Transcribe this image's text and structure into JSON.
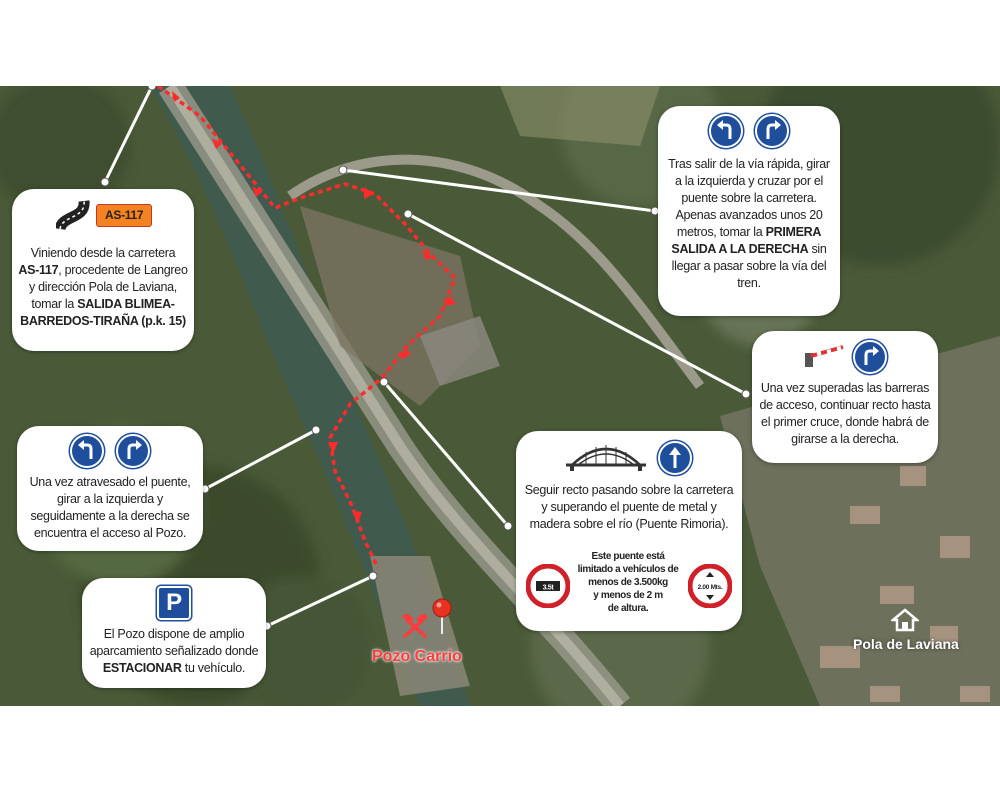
{
  "colors": {
    "route": "#ff2a2a",
    "card_bg": "#ffffff",
    "sign_blue": "#1f4e9c",
    "badge_orange": "#f58220",
    "destination_red": "#ff3b3b",
    "town_label": "#ffffff"
  },
  "icons": {
    "road": "road-curve-icon",
    "turn_left": "turn-left-arrow-icon",
    "turn_right": "turn-right-arrow-icon",
    "straight": "straight-arrow-icon",
    "barrier": "barrier-gate-icon",
    "bridge": "arch-bridge-icon",
    "parking": "parking-icon",
    "mine": "crossed-hammers-icon",
    "pin": "map-pin-icon",
    "home": "home-icon",
    "weight_limit": "weight-limit-sign-icon",
    "height_limit": "height-limit-sign-icon"
  },
  "card_as117": {
    "badge": "AS-117",
    "line1": "Viniendo desde la carretera",
    "road_name": "AS-117",
    "line2_rest": ", procedente de Langreo",
    "line3": "y dirección Pola de Laviana,",
    "line4_pre": "tomar la ",
    "exit_name_a": "SALIDA BLIMEA-",
    "exit_name_b": "BARREDOS-TIRAÑA (p.k. 15)"
  },
  "card_exit": {
    "line1": "Tras salir de la vía rápida,  girar",
    "line2": "a la izquierda y cruzar  por el",
    "line3": "puente sobre la carretera.",
    "line4": "Apenas avanzados unos 20",
    "line5_pre": "metros, tomar la  ",
    "bold_a": "PRIMERA",
    "bold_b": "SALIDA A LA DERECHA",
    "line6_rest": " sin",
    "line7": "llegar a pasar sobre la vía del",
    "line8": "tren."
  },
  "card_barrier": {
    "line1": "Una vez superadas las barreras",
    "line2": "de acceso, continuar recto hasta",
    "line3": "el primer cruce, donde habrá de",
    "line4": "girarse a la derecha."
  },
  "card_bridge_cross": {
    "line1": "Una vez atravesado el puente,",
    "line2": "girar a la izquierda y",
    "line3": "seguidamente a la derecha se",
    "line4": "encuentra el acceso al Pozo."
  },
  "card_metal_bridge": {
    "line1": "Seguir recto pasando sobre la carretera",
    "line2": "y superando el puente de metal y",
    "line3": "madera sobre el río (Puente Rimoria).",
    "limit1": "Este puente está",
    "limit2": "limitado a vehículos de",
    "limit3": "menos de 3.500kg",
    "limit4": "y menos de 2 m",
    "limit5": "de altura.",
    "weight_sign_text": "3.5t",
    "height_sign_text": "2.00 Mts."
  },
  "card_parking": {
    "parking_letter": "P",
    "line1": "El Pozo dispone de amplio",
    "line2": "aparcamiento señalizado donde",
    "bold": "ESTACIONAR",
    "line3_rest": " tu vehículo."
  },
  "labels": {
    "destination": "Pozo Carrio",
    "town": "Pola de Laviana"
  }
}
